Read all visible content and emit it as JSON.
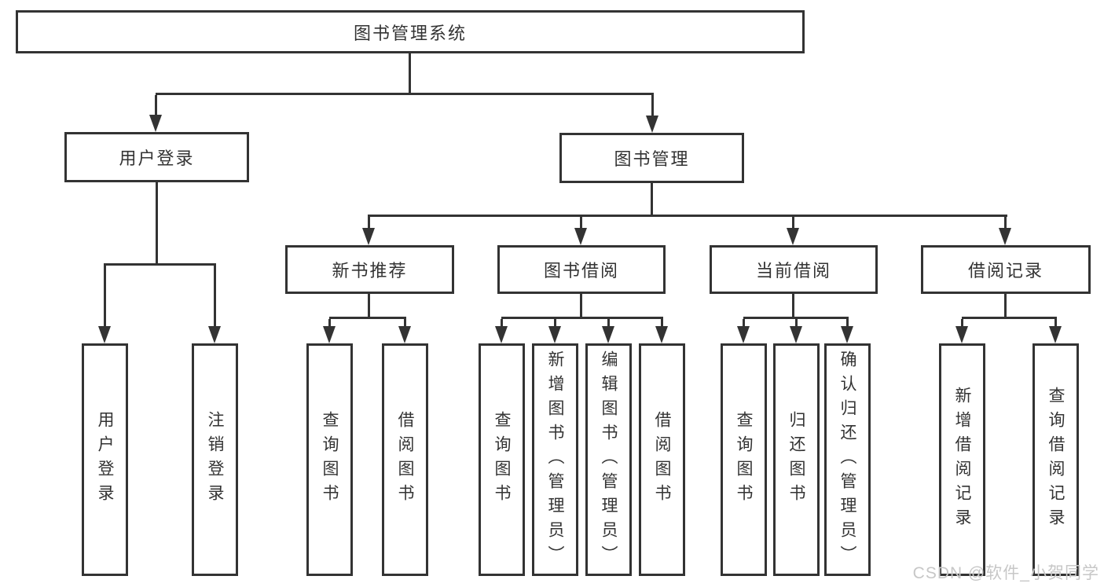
{
  "diagram": {
    "root_label": "图书管理系统",
    "level2": [
      {
        "label": "用户登录",
        "children": [
          {
            "label": "用户登录"
          },
          {
            "label": "注销登录"
          }
        ]
      },
      {
        "label": "图书管理",
        "sections": [
          {
            "label": "新书推荐",
            "children": [
              {
                "label": "查询图书"
              },
              {
                "label": "借阅图书"
              }
            ]
          },
          {
            "label": "图书借阅",
            "children": [
              {
                "label": "查询图书"
              },
              {
                "label": "新增图书（管理员）"
              },
              {
                "label": "编辑图书（管理员）"
              },
              {
                "label": "借阅图书"
              }
            ]
          },
          {
            "label": "当前借阅",
            "children": [
              {
                "label": "查询图书"
              },
              {
                "label": "归还图书"
              },
              {
                "label": "确认归还（管理员）"
              }
            ]
          },
          {
            "label": "借阅记录",
            "children": [
              {
                "label": "新增借阅记录"
              },
              {
                "label": "查询借阅记录"
              }
            ]
          }
        ]
      }
    ]
  },
  "watermark": {
    "text": "CSDN @软件_小贺同学"
  },
  "colors": {
    "line": "#333333",
    "box_border": "#333333",
    "box_fill": "#ffffff",
    "text": "#333333",
    "watermark_text": "#c7c7c7",
    "background": "#ffffff"
  }
}
